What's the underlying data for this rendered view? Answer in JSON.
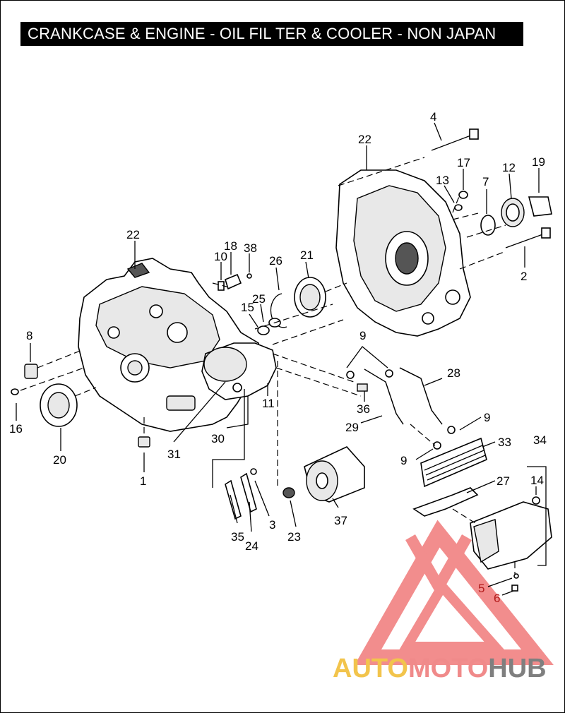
{
  "title": "CRANKCASE & ENGINE - OIL FIL TER & COOLER - NON JAPAN",
  "watermark": {
    "part1": "AUTO",
    "part2": "MOTO",
    "part3": "HUB",
    "colors": {
      "auto": "#f2c44c",
      "moto": "#f08a8a",
      "hub": "#7f7f7f",
      "logo": "#f07a7a"
    }
  },
  "callouts": [
    "1",
    "2",
    "3",
    "4",
    "5",
    "6",
    "7",
    "8",
    "9",
    "9",
    "9",
    "9",
    "10",
    "11",
    "12",
    "13",
    "14",
    "15",
    "16",
    "17",
    "18",
    "19",
    "20",
    "21",
    "22",
    "22",
    "23",
    "24",
    "25",
    "26",
    "27",
    "28",
    "29",
    "30",
    "31",
    "33",
    "34",
    "35",
    "36",
    "37",
    "38"
  ]
}
